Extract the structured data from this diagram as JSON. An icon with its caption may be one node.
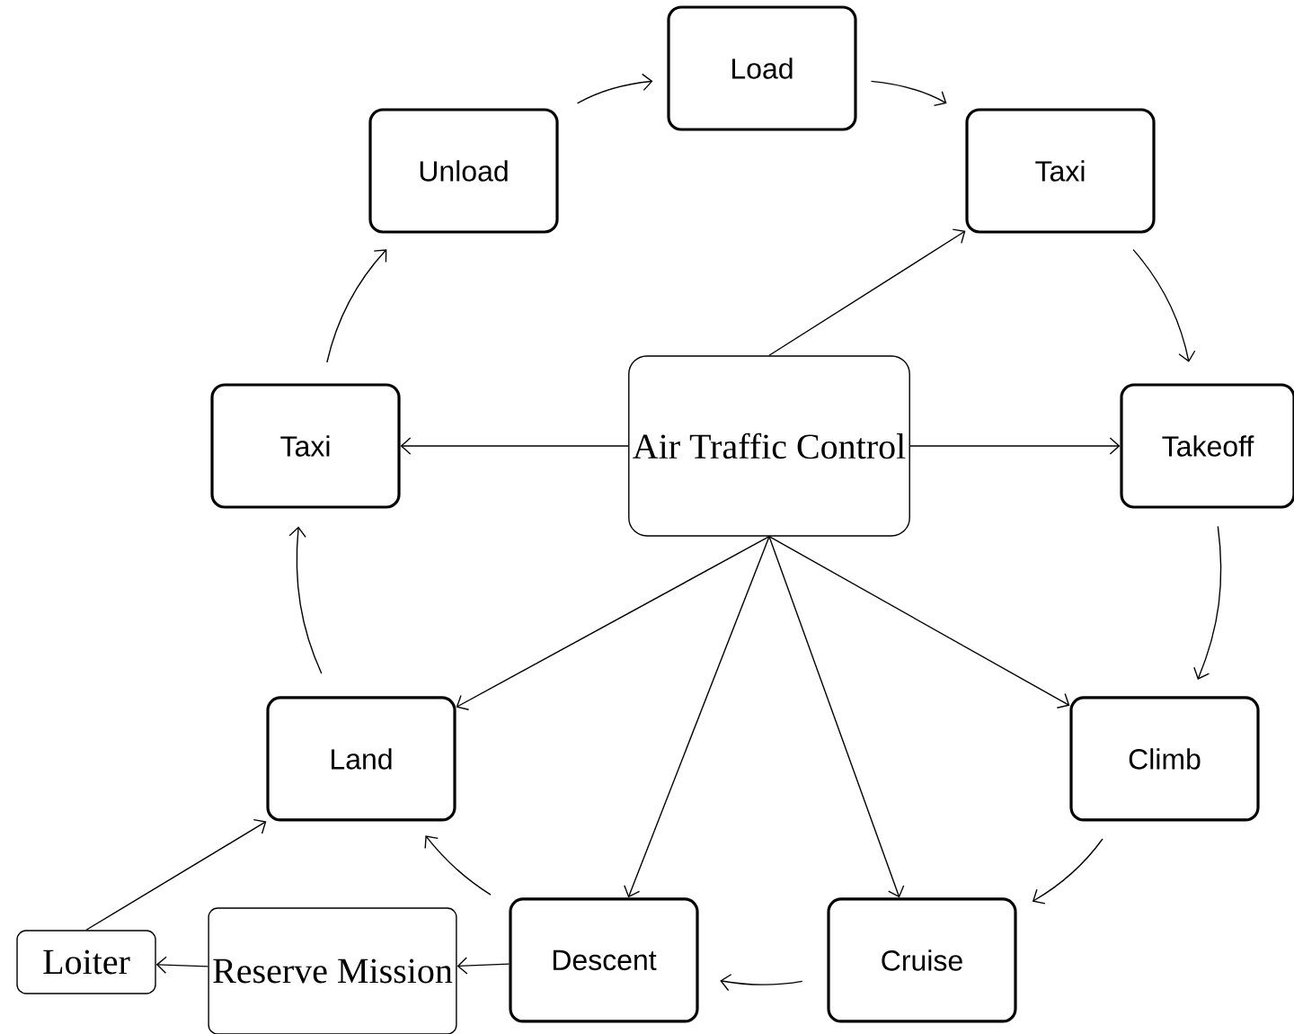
{
  "diagram": {
    "nodes": [
      {
        "text": [
          "Air Traffic Control"
        ]
      },
      {
        "text": [
          "Load"
        ]
      },
      {
        "text": [
          "Taxi"
        ]
      },
      {
        "text": [
          "Takeoff"
        ]
      },
      {
        "text": [
          "Climb"
        ]
      },
      {
        "text": [
          "Cruise"
        ]
      },
      {
        "text": [
          "Descent"
        ]
      },
      {
        "text": [
          "Reserve Mission"
        ]
      },
      {
        "text": [
          "Loiter"
        ]
      },
      {
        "text": [
          "Land"
        ]
      },
      {
        "text": [
          "Taxi"
        ]
      },
      {
        "text": [
          "Unload"
        ]
      }
    ],
    "edges": [
      {
        "from": 11,
        "to": 1,
        "arrow": "to"
      },
      {
        "from": 1,
        "to": 2,
        "arrow": "to"
      },
      {
        "from": 2,
        "to": 3,
        "arrow": "to"
      },
      {
        "from": 3,
        "to": 4,
        "arrow": "to"
      },
      {
        "from": 4,
        "to": 5,
        "arrow": "to"
      },
      {
        "from": 5,
        "to": 6,
        "arrow": "to"
      },
      {
        "from": 6,
        "to": 9,
        "arrow": "to"
      },
      {
        "from": 9,
        "to": 10,
        "arrow": "to"
      },
      {
        "from": 10,
        "to": 11,
        "arrow": "to"
      },
      {
        "from": 6,
        "to": 7,
        "arrow": "to"
      },
      {
        "from": 7,
        "to": 8,
        "arrow": "to"
      },
      {
        "from": 8,
        "to": 9,
        "arrow": "to"
      },
      {
        "from": 0,
        "to": 2,
        "arrow": "to"
      },
      {
        "from": 0,
        "to": 3,
        "arrow": "to"
      },
      {
        "from": 0,
        "to": 4,
        "arrow": "to"
      },
      {
        "from": 0,
        "to": 5,
        "arrow": "to"
      },
      {
        "from": 0,
        "to": 6,
        "arrow": "to"
      },
      {
        "from": 0,
        "to": 9,
        "arrow": "to"
      },
      {
        "from": 0,
        "to": 10,
        "arrow": "to"
      }
    ]
  }
}
